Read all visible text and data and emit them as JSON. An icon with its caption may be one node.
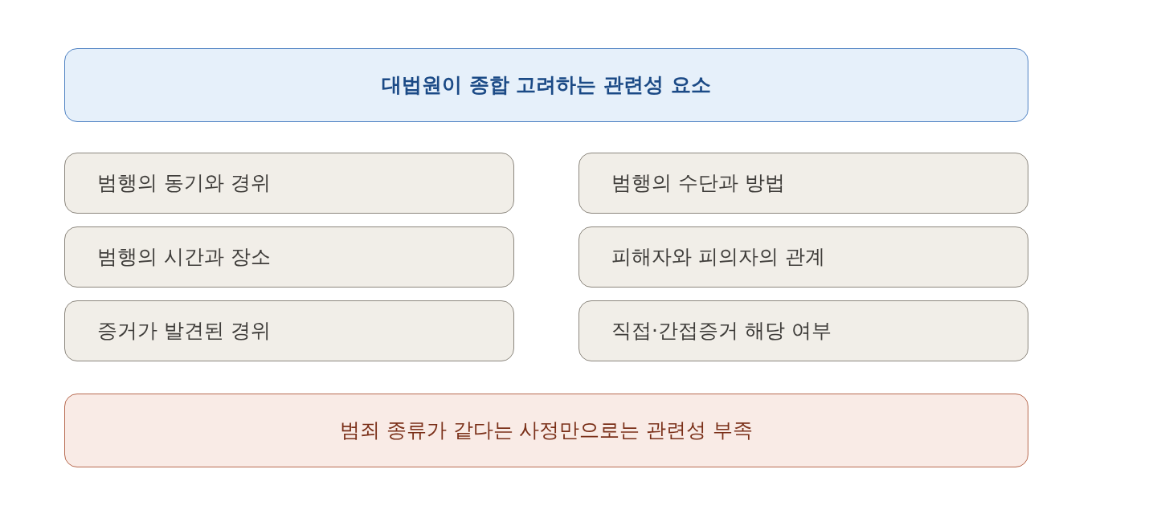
{
  "diagram": {
    "nodes": [
      {
        "text": [
          "대법원이 종합 고려하는 관련성 요소"
        ]
      },
      {
        "text": [
          "범행의 동기와 경위"
        ]
      },
      {
        "text": [
          "범행의 수단과 방법"
        ]
      },
      {
        "text": [
          "범행의 시간과 장소"
        ]
      },
      {
        "text": [
          "피해자와 피의자의 관계"
        ]
      },
      {
        "text": [
          "증거가 발견된 경위"
        ]
      },
      {
        "text": [
          "직접·간접증거 해당 여부"
        ]
      },
      {
        "text": [
          "범죄 종류가 같다는 사정만으로는 관련성 부족"
        ]
      }
    ]
  }
}
